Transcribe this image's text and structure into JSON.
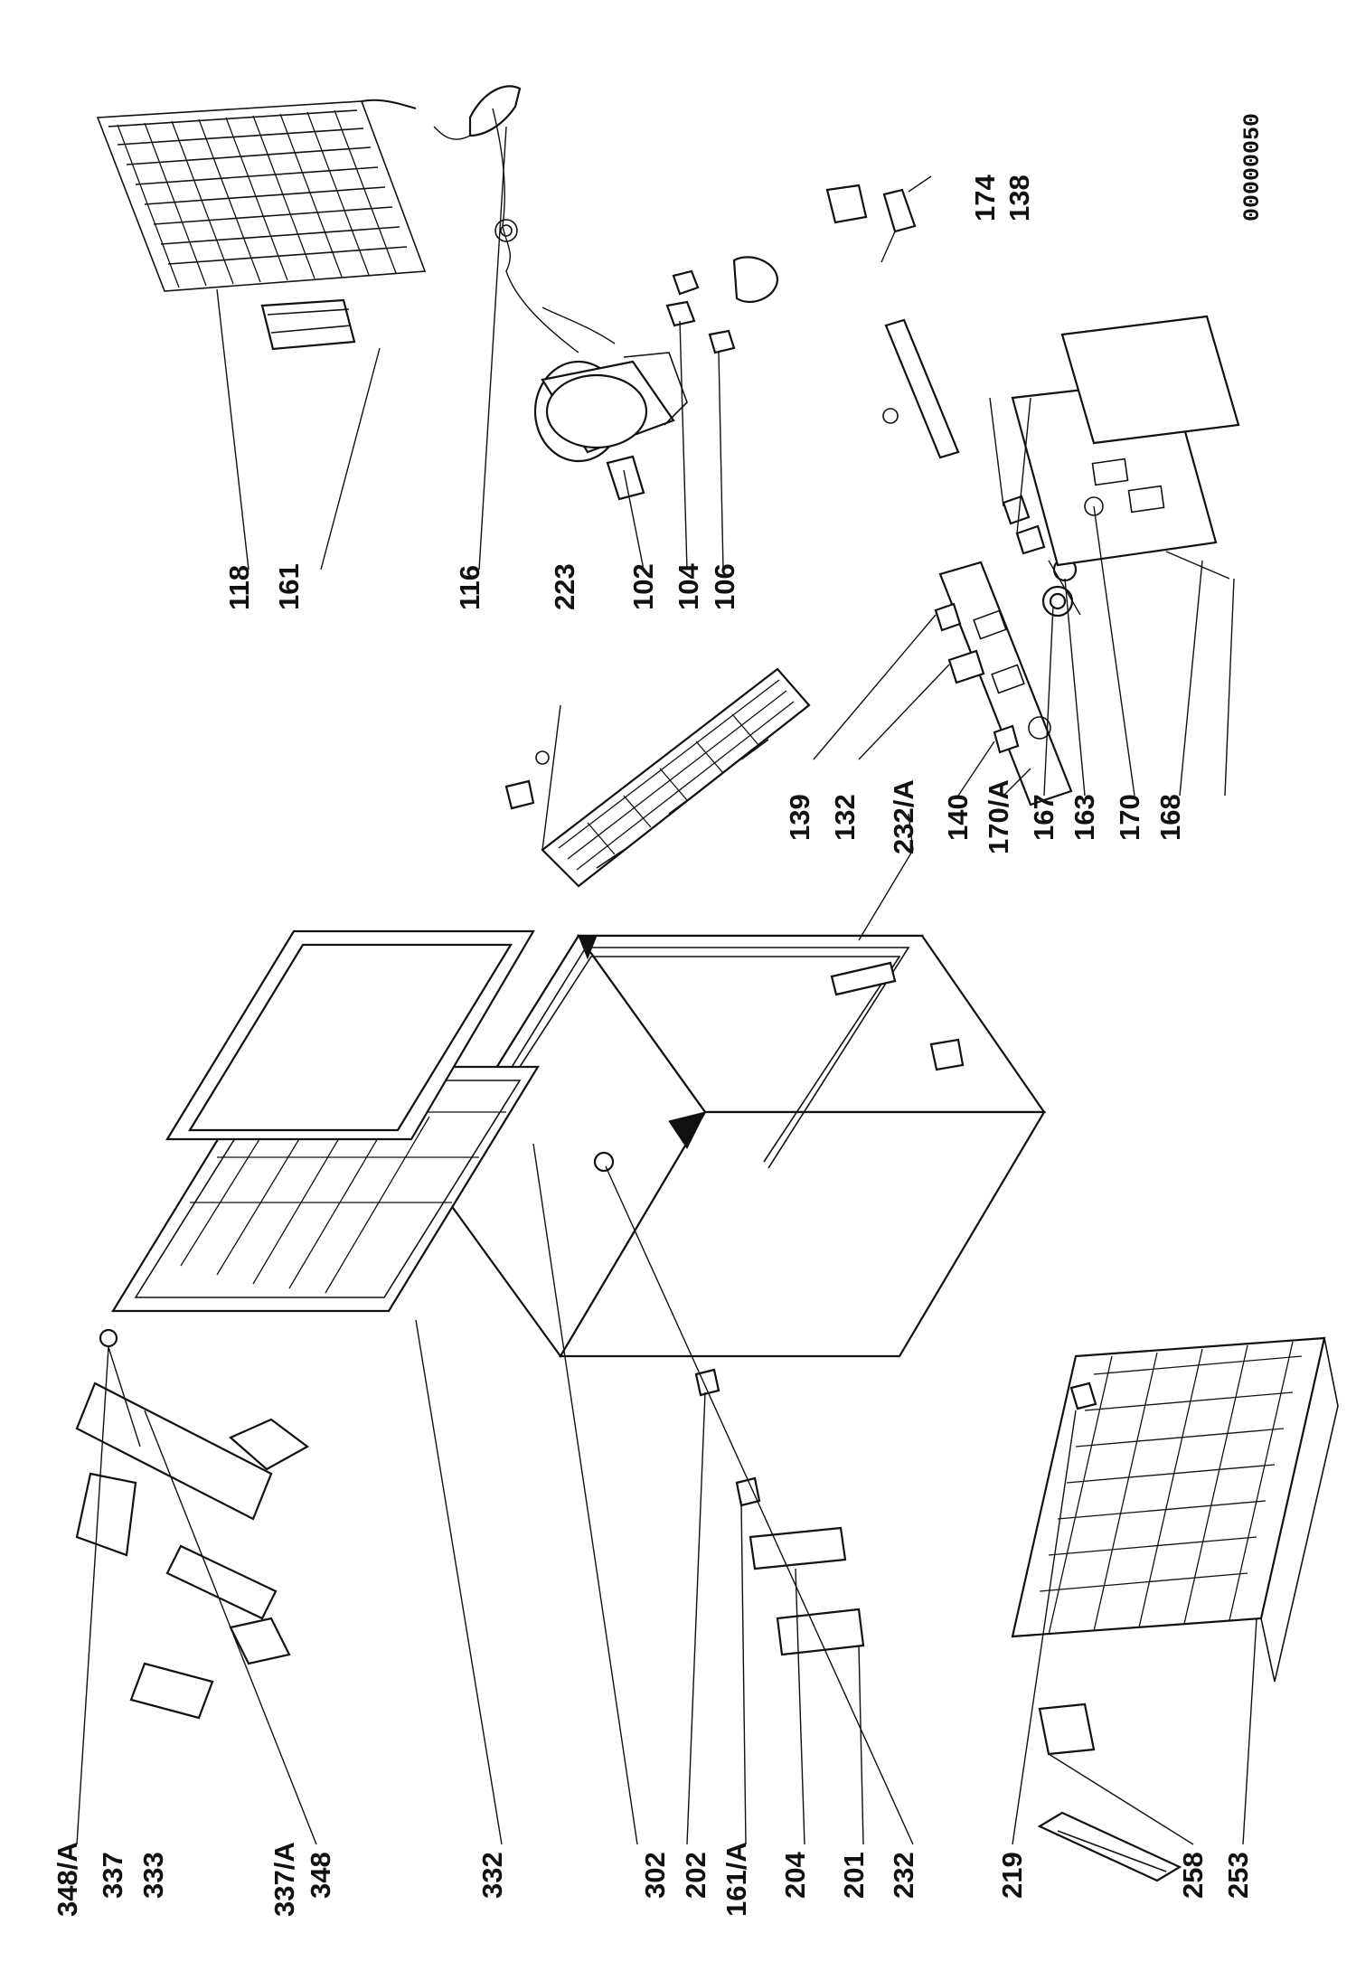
{
  "diagram_code": "00000050",
  "labels": {
    "p118": "118",
    "p161": "161",
    "p116": "116",
    "p223": "223",
    "p102": "102",
    "p104": "104",
    "p106": "106",
    "p174": "174",
    "p138": "138",
    "p139": "139",
    "p132": "132",
    "p232a": "232/A",
    "p140": "140",
    "p170a": "170/A",
    "p167": "167",
    "p163": "163",
    "p170": "170",
    "p168": "168",
    "p348a": "348/A",
    "p337": "337",
    "p333": "333",
    "p337a": "337/A",
    "p348": "348",
    "p332": "332",
    "p302": "302",
    "p202": "202",
    "p161a": "161/A",
    "p204": "204",
    "p201": "201",
    "p232": "232",
    "p219": "219",
    "p258": "258",
    "p253": "253"
  }
}
